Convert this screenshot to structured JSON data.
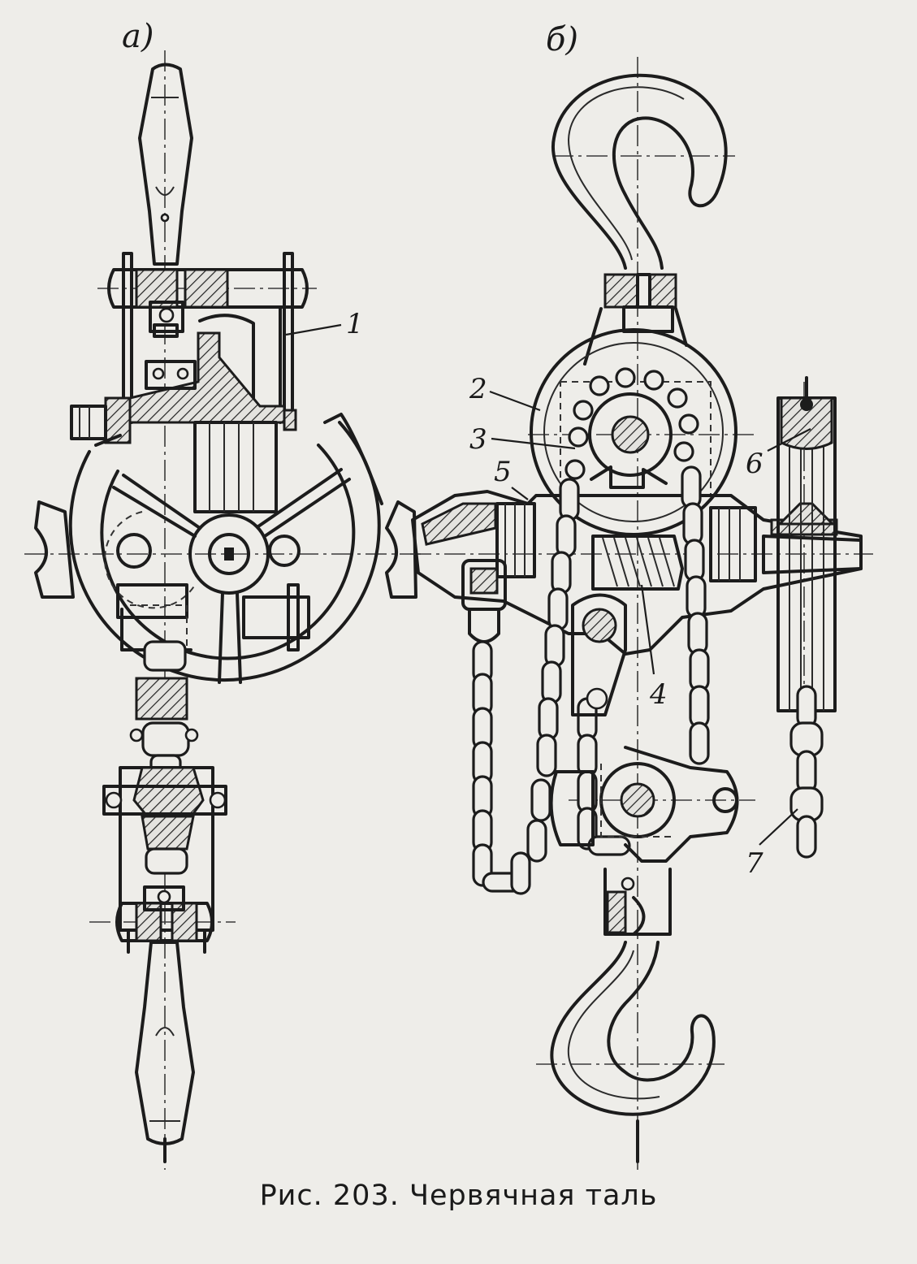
{
  "caption": "Рис. 203. Червячная таль",
  "views": [
    "а)",
    "б)"
  ],
  "labels": [
    "1",
    "2",
    "3",
    "4",
    "5",
    "6",
    "7"
  ]
}
